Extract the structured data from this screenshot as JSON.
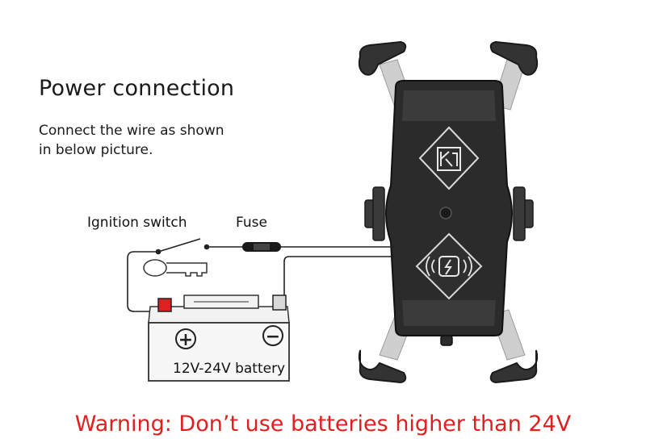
{
  "heading": "Power connection",
  "instructions": {
    "line1": "Connect the wire as shown",
    "line2": "in below picture."
  },
  "labels": {
    "ignition_switch": "Ignition switch",
    "fuse": "Fuse",
    "battery": "12V-24V battery",
    "plus_symbol": "+",
    "minus_symbol": "−"
  },
  "warning": "Warning: Don’t use batteries higher than 24V",
  "colors": {
    "warning_text": "#e02020",
    "positive_wire": "#e02020",
    "mount_body": "#2b2b2b",
    "arm": "#cfcfcf"
  }
}
